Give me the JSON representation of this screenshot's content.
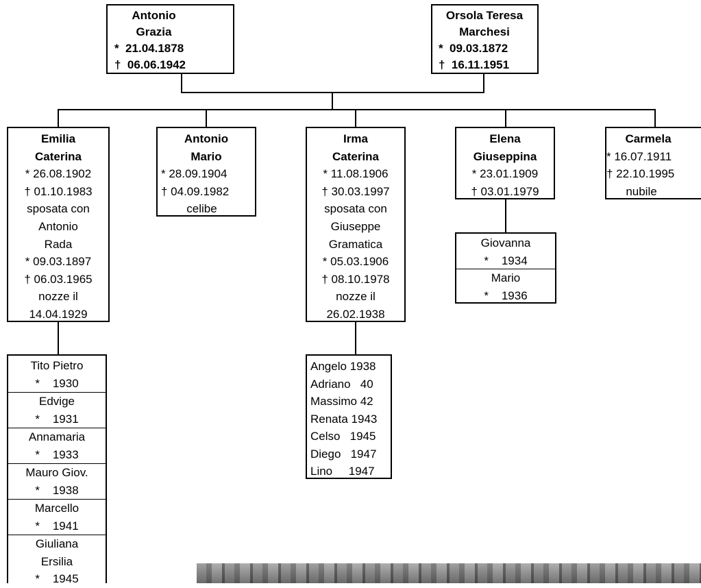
{
  "parents": {
    "father": {
      "lines": [
        "Antonio",
        "Grazia",
        "*  21.04.1878",
        "†  06.06.1942"
      ]
    },
    "mother": {
      "lines": [
        "Orsola Teresa",
        "Marchesi",
        "*  09.03.1872",
        "†  16.11.1951"
      ]
    }
  },
  "children": [
    {
      "lines": [
        "Emilia",
        "Caterina",
        "* 26.08.1902",
        "† 01.10.1983",
        "sposata con",
        "Antonio",
        "Rada",
        "* 09.03.1897",
        "† 06.03.1965",
        "nozze il",
        "14.04.1929"
      ]
    },
    {
      "lines": [
        "Antonio",
        "Mario",
        "* 28.09.1904",
        "† 04.09.1982",
        "celibe"
      ]
    },
    {
      "lines": [
        "Irma",
        "Caterina",
        "* 11.08.1906",
        "† 30.03.1997",
        "sposata con",
        "Giuseppe",
        "Gramatica",
        "* 05.03.1906",
        "† 08.10.1978",
        "nozze il",
        "26.02.1938"
      ]
    },
    {
      "lines": [
        "Elena",
        "Giuseppina",
        "* 23.01.1909",
        "† 03.01.1979"
      ]
    },
    {
      "lines": [
        "Carmela",
        "* 16.07.1911",
        "† 22.10.1995",
        "nubile"
      ]
    }
  ],
  "grandchildren": {
    "emilia": [
      {
        "name": "Tito Pietro",
        "birth": "*    1930"
      },
      {
        "name": "Edvige",
        "birth": "*    1931"
      },
      {
        "name": "Annamaria",
        "birth": "*    1933"
      },
      {
        "name": "Mauro Giov.",
        "birth": "*    1938"
      },
      {
        "name": "Marcello",
        "birth": "*    1941"
      },
      {
        "name": "Giuliana",
        "name2": "Ersilia",
        "birth": "*    1945"
      }
    ],
    "irma": [
      "Angelo 1938",
      "Adriano   40",
      "Massimo 42",
      "Renata 1943",
      "Celso   1945",
      "Diego   1947",
      "Lino     1947"
    ],
    "elena": [
      {
        "name": "Giovanna",
        "birth": "*    1934"
      },
      {
        "name": "Mario",
        "birth": "*    1936"
      }
    ]
  }
}
